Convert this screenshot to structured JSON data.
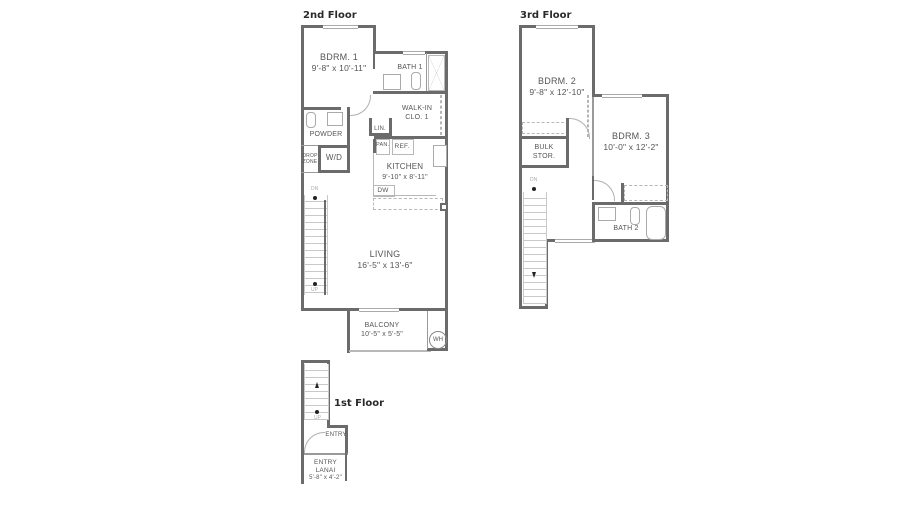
{
  "floors": [
    {
      "title": "2nd Floor",
      "rooms": [
        {
          "name": "BDRM. 1",
          "dims": "9'-8\" x 10'-11\""
        },
        {
          "name": "BATH 1"
        },
        {
          "name": "WALK-IN",
          "name2": "CLO. 1"
        },
        {
          "name": "LIN."
        },
        {
          "name": "POWDER"
        },
        {
          "name": "PAN."
        },
        {
          "name": "REF."
        },
        {
          "name": "W/D"
        },
        {
          "name": "DROP",
          "name2": "ZONE"
        },
        {
          "name": "KITCHEN",
          "dims": "9'-10\" x 8'-11\""
        },
        {
          "name": "DW"
        },
        {
          "name": "LIVING",
          "dims": "16'-5\" x 13'-6\""
        },
        {
          "name": "BALCONY",
          "dims": "10'-5\" x 5'-5\""
        },
        {
          "name": "WH"
        }
      ],
      "stairs": {
        "down": "DN",
        "up": "UP"
      }
    },
    {
      "title": "3rd Floor",
      "rooms": [
        {
          "name": "BDRM. 2",
          "dims": "9'-8\" x 12'-10\""
        },
        {
          "name": "BDRM. 3",
          "dims": "10'-0\" x 12'-2\""
        },
        {
          "name": "BULK",
          "name2": "STOR."
        },
        {
          "name": "BATH 2"
        }
      ],
      "stairs": {
        "down": "DN"
      }
    },
    {
      "title": "1st Floor",
      "rooms": [
        {
          "name": "ENTRY"
        },
        {
          "name": "ENTRY",
          "name2": "LANAI",
          "dims": "5'-8\" x 4'-2\""
        }
      ],
      "stairs": {
        "up": "UP"
      }
    }
  ]
}
